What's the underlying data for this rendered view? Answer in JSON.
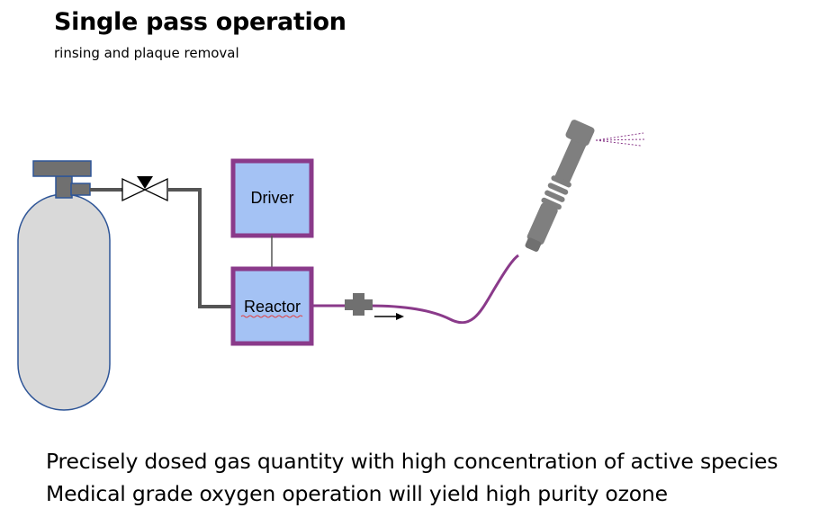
{
  "title": "Single pass operation",
  "subtitle": "rinsing and plaque removal",
  "diagram": {
    "driver_label": "Driver",
    "reactor_label": "Reactor",
    "colors": {
      "box_fill": "#a4c2f4",
      "box_border": "#8a3a8a",
      "tube": "#8a3a8a",
      "cylinder_fill": "#d9d9d9",
      "cylinder_border": "#2e5597",
      "pipe": "#555555",
      "handpiece": "#7f7f7f"
    },
    "icons": [
      "gas-cylinder-icon",
      "valve-icon",
      "connector-icon",
      "flow-arrow-icon",
      "handpiece-icon",
      "spray-icon"
    ]
  },
  "captions": [
    "Precisely dosed gas quantity with high concentration of active species",
    "Medical grade oxygen operation will yield high purity ozone"
  ]
}
